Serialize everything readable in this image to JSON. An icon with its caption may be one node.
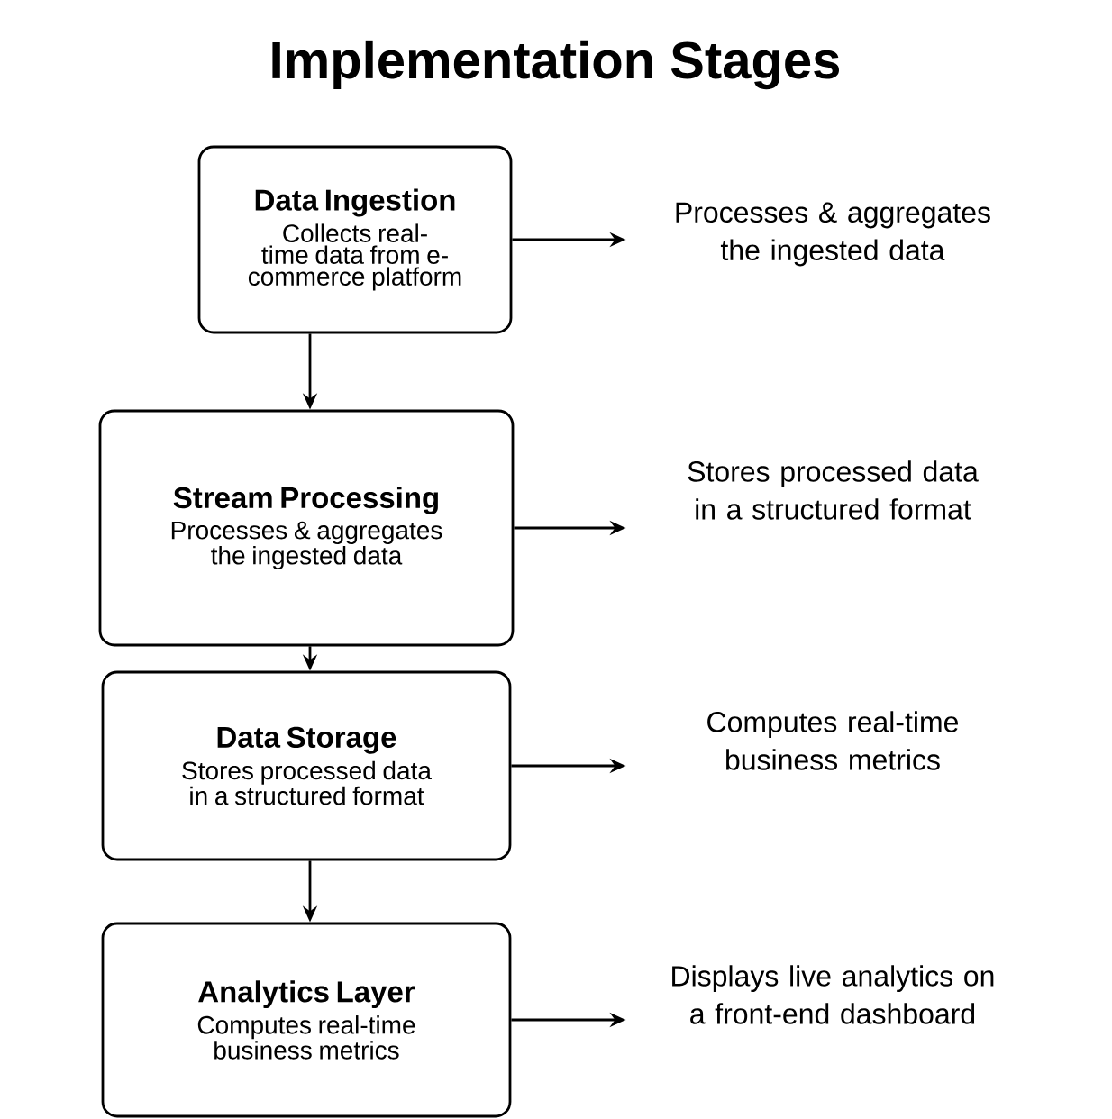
{
  "diagram": {
    "title": "Implementation Stages",
    "nodes": [
      {
        "text": [
          "Data Ingestion",
          "Collects real-time data from e-commerce platform"
        ]
      },
      {
        "text": [
          "Stream Processing",
          "Processes & aggregates the ingested data"
        ]
      },
      {
        "text": [
          "Data Storage",
          "Stores processed data in a structured format"
        ]
      },
      {
        "text": [
          "Analytics Layer",
          "Computes real-time business metrics"
        ]
      },
      {
        "text": [
          "Processes & aggregates the ingested data"
        ]
      },
      {
        "text": [
          "Stores processed data in a structured format"
        ]
      },
      {
        "text": [
          "Computes real-time business metrics"
        ]
      },
      {
        "text": [
          "Displays live analytics on a front-end dashboard"
        ]
      }
    ],
    "edges": [
      {
        "from": 0,
        "to": 1,
        "arrow": "to"
      },
      {
        "from": 1,
        "to": 2,
        "arrow": "to"
      },
      {
        "from": 2,
        "to": 3,
        "arrow": "to"
      },
      {
        "from": 0,
        "to": 4,
        "arrow": "to"
      },
      {
        "from": 1,
        "to": 5,
        "arrow": "to"
      },
      {
        "from": 2,
        "to": 6,
        "arrow": "to"
      },
      {
        "from": 3,
        "to": 7,
        "arrow": "to"
      }
    ]
  }
}
